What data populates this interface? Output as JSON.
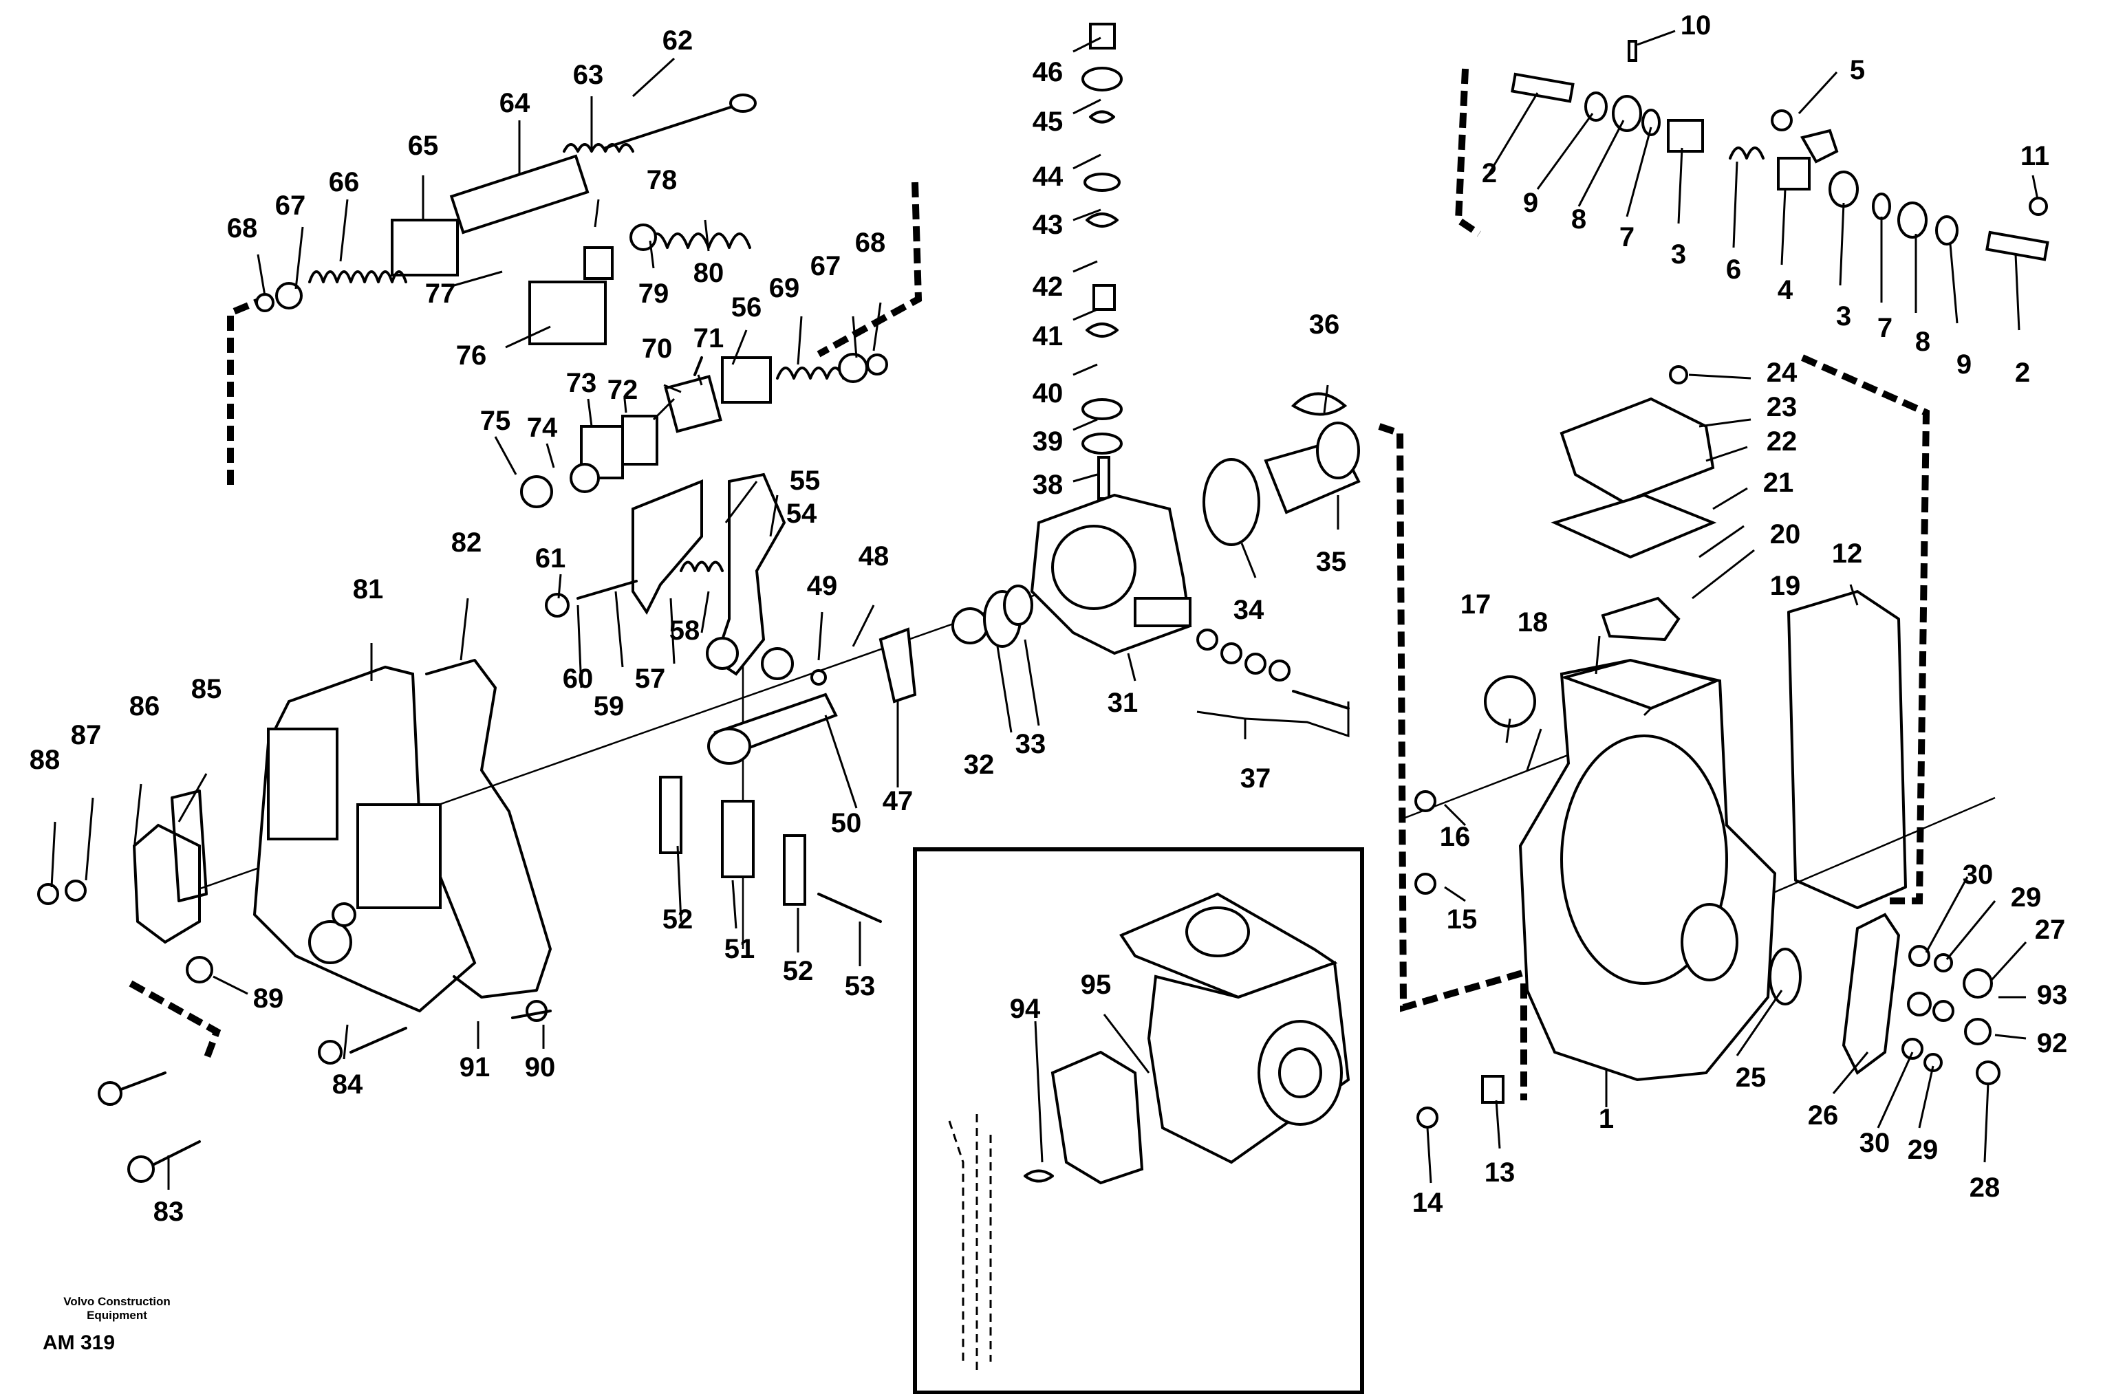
{
  "labels": [
    "1",
    "2",
    "3",
    "4",
    "5",
    "6",
    "7",
    "8",
    "9",
    "10",
    "11",
    "12",
    "13",
    "14",
    "15",
    "16",
    "17",
    "18",
    "19",
    "20",
    "21",
    "22",
    "23",
    "24",
    "25",
    "26",
    "27",
    "28",
    "29",
    "30",
    "31",
    "32",
    "33",
    "34",
    "35",
    "36",
    "37",
    "38",
    "39",
    "40",
    "41",
    "42",
    "43",
    "44",
    "45",
    "46",
    "47",
    "48",
    "49",
    "50",
    "51",
    "52",
    "53",
    "54",
    "55",
    "56",
    "57",
    "58",
    "59",
    "60",
    "61",
    "62",
    "63",
    "64",
    "65",
    "66",
    "67",
    "68",
    "69",
    "70",
    "71",
    "72",
    "73",
    "74",
    "75",
    "76",
    "77",
    "78",
    "79",
    "80",
    "81",
    "82",
    "83",
    "84",
    "85",
    "86",
    "87",
    "88",
    "89",
    "90",
    "91",
    "92",
    "93",
    "94",
    "95"
  ],
  "footer": {
    "company_line1": "Volvo Construction",
    "company_line2": "Equipment",
    "figure_code": "AM 319"
  }
}
